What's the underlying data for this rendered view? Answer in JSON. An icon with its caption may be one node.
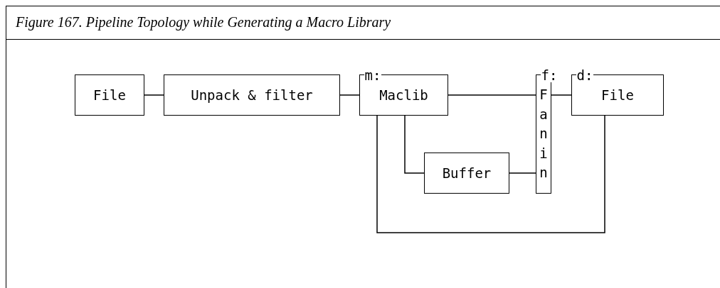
{
  "diagram": {
    "title": "Figure 167. Pipeline Topology while Generating a Macro Library",
    "nodes": [
      {
        "text": [
          "File"
        ]
      },
      {
        "text": [
          "Unpack & filter"
        ]
      },
      {
        "text": [
          "m:",
          "Maclib"
        ]
      },
      {
        "text": [
          "f:",
          "Fanin"
        ]
      },
      {
        "text": [
          "d:",
          "File"
        ]
      },
      {
        "text": [
          "Buffer"
        ]
      }
    ],
    "edges": [
      {
        "from": 0,
        "to": 1,
        "arrow": "none"
      },
      {
        "from": 1,
        "to": 2,
        "arrow": "none"
      },
      {
        "from": 2,
        "to": 3,
        "arrow": "none"
      },
      {
        "from": 2,
        "to": 5,
        "arrow": "none"
      },
      {
        "from": 5,
        "to": 3,
        "arrow": "none"
      },
      {
        "from": 3,
        "to": 4,
        "arrow": "none"
      },
      {
        "from": 2,
        "to": 4,
        "arrow": "none"
      }
    ]
  }
}
